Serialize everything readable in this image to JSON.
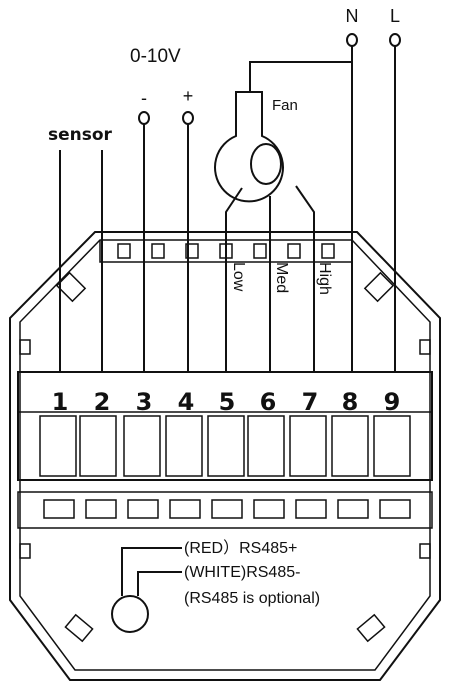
{
  "labels": {
    "n": "N",
    "l": "L",
    "analog": "0-10V",
    "minus": "-",
    "plus": "+",
    "fan": "Fan",
    "sensor": "sensor",
    "low": "Low",
    "med": "Med",
    "high": "High",
    "rs485_red": "(RED）RS485+",
    "rs485_white": "(WHITE)RS485-",
    "rs485_note": "(RS485 is optional)"
  },
  "terminals": [
    "1",
    "2",
    "3",
    "4",
    "5",
    "6",
    "7",
    "8",
    "9"
  ]
}
